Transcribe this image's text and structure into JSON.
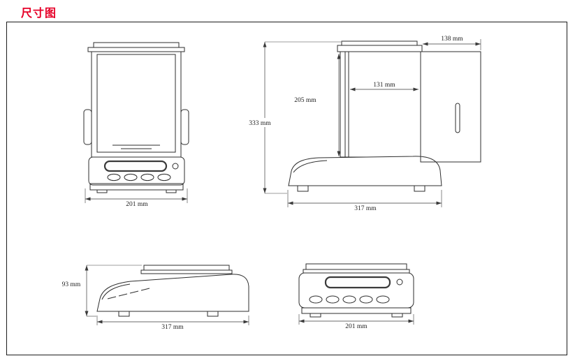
{
  "page": {
    "title": "尺寸图"
  },
  "views": {
    "front_with_shield": {
      "width": "201 mm"
    },
    "side_with_shield": {
      "total_height": "333 mm",
      "chamber_height": "205 mm",
      "chamber_depth": "131 mm",
      "door_opening": "138 mm",
      "base_depth": "317 mm"
    },
    "side_base": {
      "height": "93 mm",
      "depth": "317 mm"
    },
    "front_base": {
      "width": "201 mm"
    }
  }
}
